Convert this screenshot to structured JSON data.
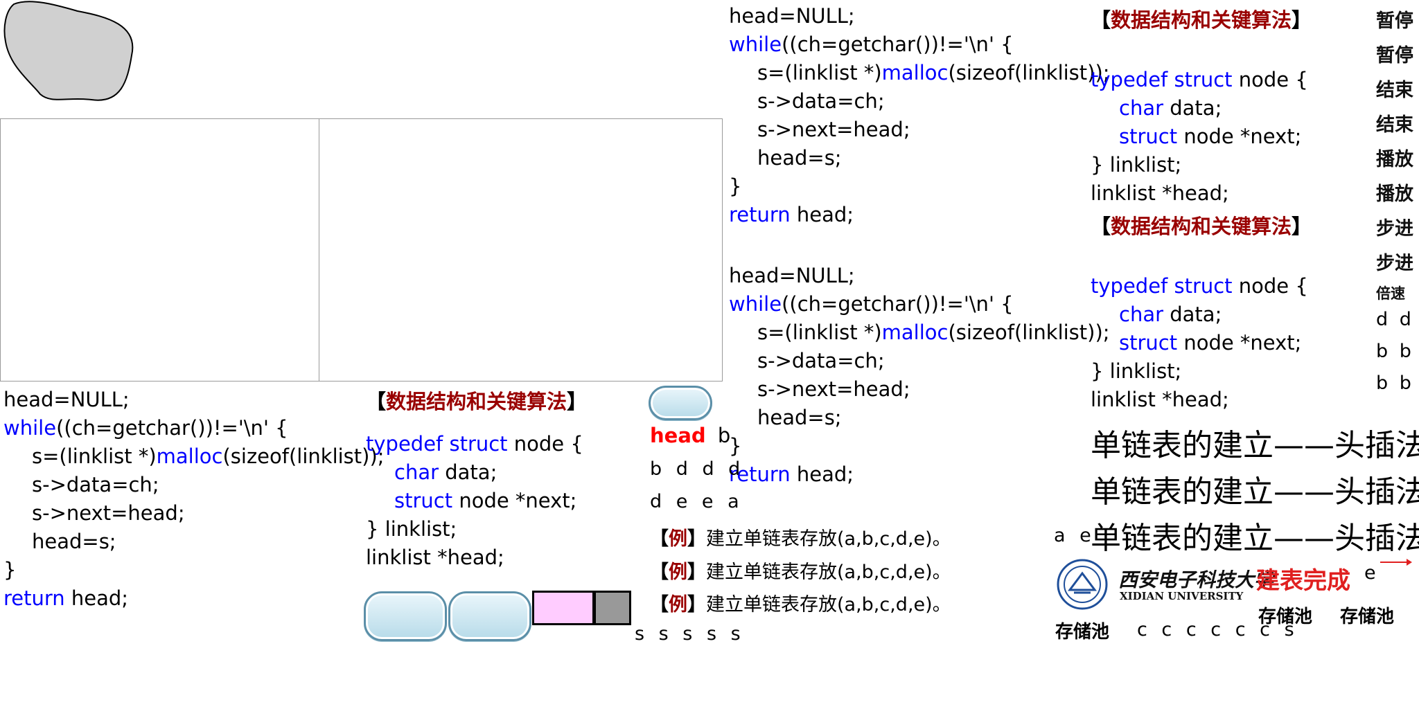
{
  "code_block": {
    "l1": "head=NULL;",
    "l2_kw": "while",
    "l2_rest": "((ch=getchar())!='\\n' {",
    "l3_a": "s=(linklist *)",
    "l3_kw": "malloc",
    "l3_b": "(sizeof(linklist));",
    "l4": "s->data=ch;",
    "l5": "s->next=head;",
    "l6": "head=s;",
    "l7": "}",
    "l8_kw": "return",
    "l8_rest": " head;"
  },
  "struct_block": {
    "title_open": "【",
    "title_text": "数据结构和关键算法",
    "title_close": "】",
    "l1_kw": "typedef struct",
    "l1_rest": " node {",
    "l2_kw": "char",
    "l2_rest": " data;",
    "l3_kw": "struct",
    "l3_rest": " node *next;",
    "l4": "} linklist;",
    "l5": "linklist *head;"
  },
  "labels": {
    "head": "head",
    "head_b": "b",
    "row_bddd": "b d d d",
    "row_deea": "d e e a",
    "row_sssss": "s s s s s",
    "ae": "a e",
    "e": "e",
    "cs": "c c c c c c s"
  },
  "example": {
    "open": "【",
    "li": "例",
    "close": "】",
    "text": "建立单链表存放(a,b,c,d,e)。"
  },
  "heading": "单链表的建立——头插法",
  "done": "建表完成",
  "pool": "存储池",
  "logo": {
    "cn": "西安电子科技大学",
    "en": "XIDIAN UNIVERSITY"
  },
  "controls": {
    "pause": "暂停",
    "end": "结束",
    "play": "播放",
    "step": "步进",
    "speed": "倍速",
    "dd": "d d",
    "bb": "b b"
  },
  "colors": {
    "keyword": "#0000ff",
    "title_red": "#990000",
    "head_red": "#ff0000",
    "node_pink": "#ffccff",
    "node_gray": "#999999"
  }
}
